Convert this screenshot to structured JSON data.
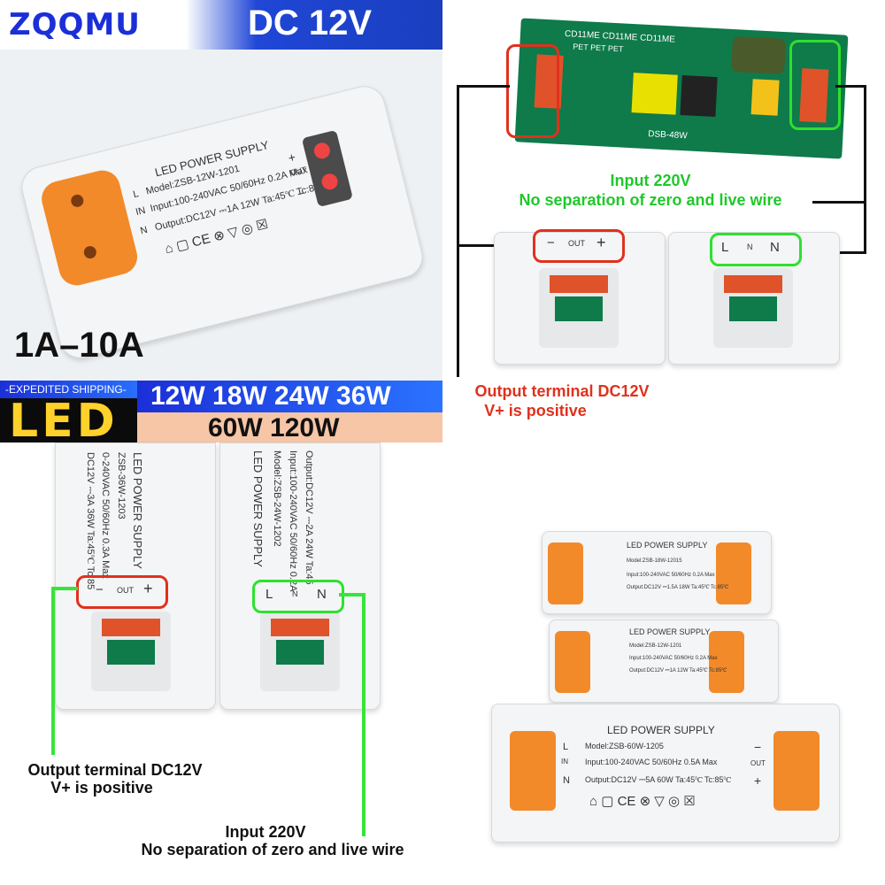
{
  "brand": "ZQQMU",
  "title": "DC 12V",
  "current_range": "1A–10A",
  "shipping": "-EXPEDITED SHIPPING-",
  "led": "LED",
  "watts_line1": "12W  18W  24W  36W",
  "watts_line2": "60W  120W",
  "product_label": {
    "heading": "LED POWER SUPPLY",
    "model": "Model:ZSB-12W-1201",
    "input": "Input:100-240VAC 50/60Hz 0.2A Max",
    "output": "Output:DC12V ⎓1A 12W Ta:45℃ Tc:85℃",
    "letter_l": "L",
    "letter_n": "N",
    "letter_in": "IN",
    "out": "OUT",
    "plus": "+",
    "minus": "−"
  },
  "pcb": {
    "cap_label": "CD11ME  CD11ME  CD11ME",
    "cap_sub": "PET      PET      PET",
    "model": "DSB-48W"
  },
  "top_right": {
    "input_line1": "Input 220V",
    "input_line2": "No separation of zero and live wire",
    "output_line1": "Output terminal DC12V",
    "output_line2": "V+ is positive",
    "out_minus": "−",
    "out_label": "OUT",
    "out_plus": "+",
    "in_l": "L",
    "in_n_small": "N",
    "in_n": "N"
  },
  "bottom_left": {
    "label_36w_heading": "LED POWER SUPPLY",
    "label_36w_model": "ZSB-36W-1203",
    "label_36w_input": "0-240VAC 50/60Hz 0.3A Max",
    "label_36w_output": "DC12V ⎓3A 36W Ta:45℃ Tc:85",
    "label_24w_heading": "LED POWER SUPPLY",
    "label_24w_model": "Model:ZSB-24W-1202",
    "label_24w_input": "Input:100-240VAC 50/60Hz 0.2A",
    "label_24w_output": "Output:DC12V ⎓2A 24W Ta:45",
    "out_minus": "−",
    "out_label": "OUT",
    "out_plus": "+",
    "in_l": "L",
    "in_n_small": "N",
    "in_n": "N",
    "output_line1": "Output terminal DC12V",
    "output_line2": "V+ is positive",
    "input_line1": "Input 220V",
    "input_line2": "No separation of zero and live wire"
  },
  "bottom_right": {
    "units": [
      {
        "heading": "LED POWER SUPPLY",
        "model": "Model:ZSB-18W-12015",
        "input": "Input:100-240VAC 50/60Hz 0.2A Max",
        "output": "Output:DC12V ⎓1.5A 18W Ta:45℃ Tc:85℃"
      },
      {
        "heading": "LED POWER SUPPLY",
        "model": "Model:ZSB-12W-1201",
        "input": "Input:100-240VAC 50/60Hz 0.2A Max",
        "output": "Output:DC12V ⎓1A 12W Ta:45℃ Tc:85℃"
      },
      {
        "heading": "LED POWER SUPPLY",
        "model": "Model:ZSB-60W-1205",
        "input": "Input:100-240VAC 50/60Hz 0.5A Max",
        "output": "Output:DC12V ⎓5A 60W  Ta:45℃ Tc:85℃"
      }
    ],
    "letter_l": "L",
    "letter_in": "IN",
    "letter_n": "N",
    "minus": "−",
    "out": "OUT",
    "plus": "+"
  },
  "colors": {
    "brand_blue": "#1b2fd8",
    "orange": "#f28a2a",
    "red_box": "#e0311d",
    "green_box": "#2ee02e",
    "led_yellow": "#ffd22b"
  }
}
